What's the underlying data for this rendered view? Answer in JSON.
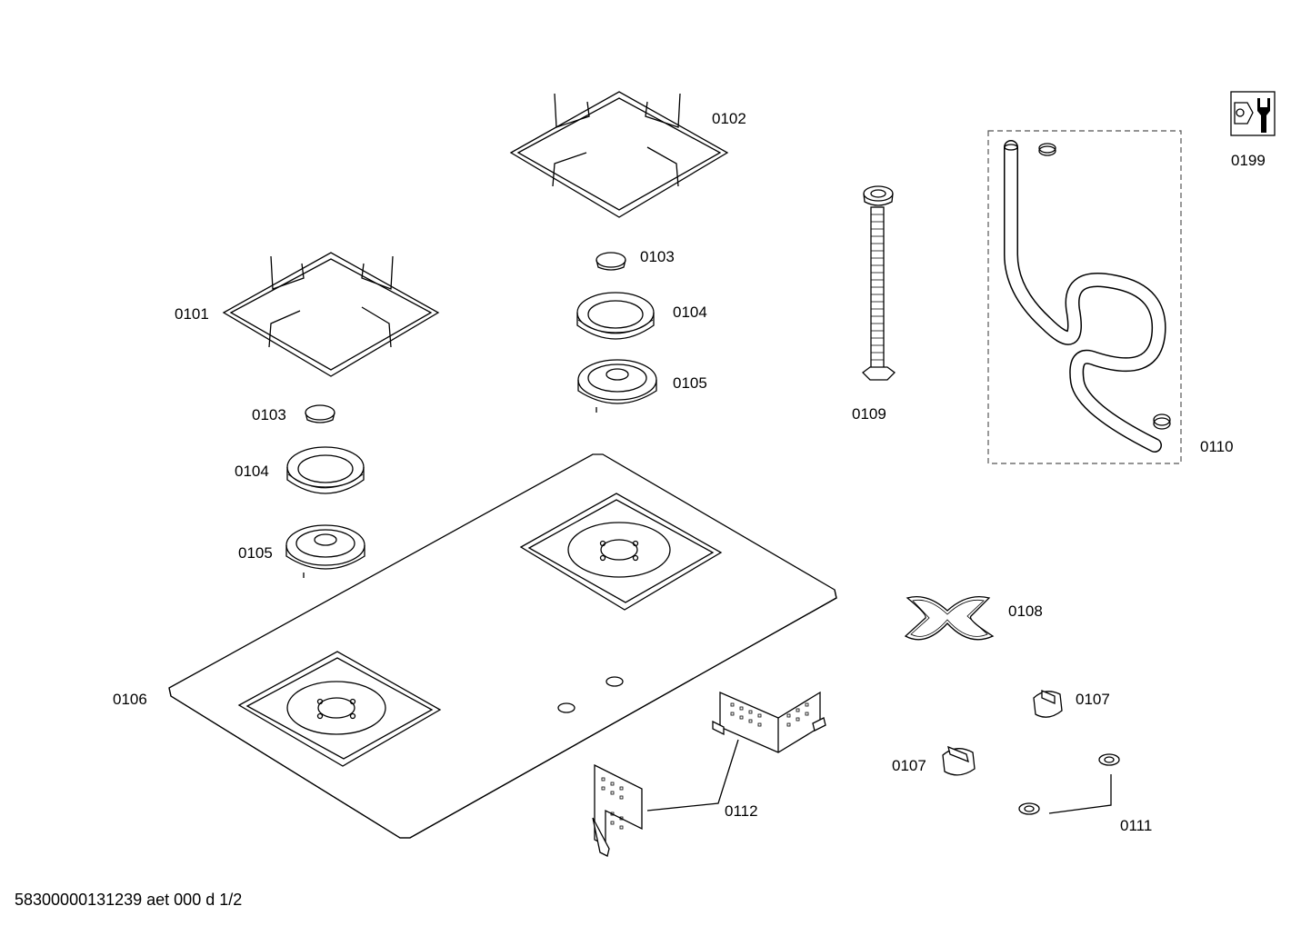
{
  "footer": "58300000131239 aet 000 d 1/2",
  "labels": {
    "p0101": "0101",
    "p0102": "0102",
    "p0103a": "0103",
    "p0103b": "0103",
    "p0104a": "0104",
    "p0104b": "0104",
    "p0105a": "0105",
    "p0105b": "0105",
    "p0106": "0106",
    "p0107a": "0107",
    "p0107b": "0107",
    "p0108": "0108",
    "p0109": "0109",
    "p0110": "0110",
    "p0111": "0111",
    "p0112": "0112",
    "p0199": "0199"
  },
  "icons": {
    "service": "wrench-nut-icon"
  }
}
